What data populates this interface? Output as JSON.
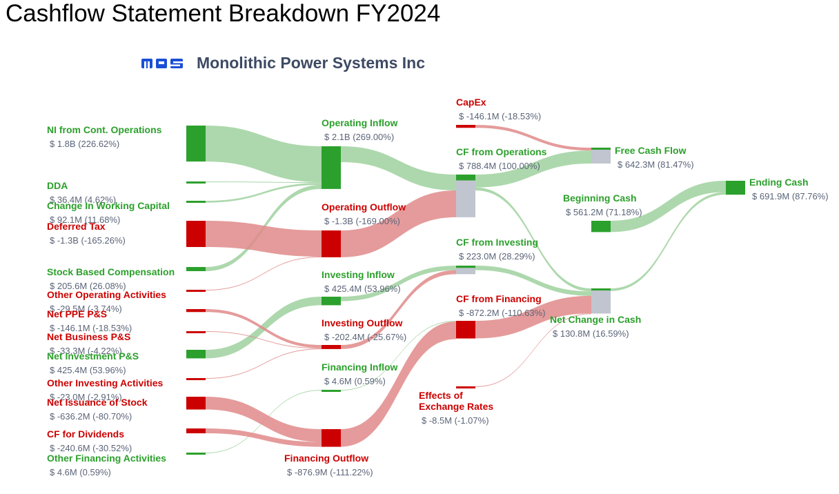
{
  "title": "Cashflow Statement Breakdown FY2024",
  "company": {
    "name": "Monolithic Power Systems Inc",
    "logo_text": "MPS",
    "logo_color": "#1a4fd6"
  },
  "colors": {
    "positive": "#2ca02c",
    "negative": "#cc0000",
    "neutral": "#c0c5cf",
    "positive_link": "#9fd19f",
    "negative_link": "#e08a8a",
    "value_text": "#5a6478"
  },
  "chart_data": {
    "type": "sankey",
    "title": "Cashflow Statement Breakdown FY2024",
    "nodes": [
      {
        "id": "ni",
        "name": "NI from Cont. Operations",
        "value_label": "$ 1.8B (226.62%)",
        "sign": "positive"
      },
      {
        "id": "dda",
        "name": "DDA",
        "value_label": "$ 36.4M (4.62%)",
        "sign": "positive"
      },
      {
        "id": "cwc",
        "name": "Change In Working Capital",
        "value_label": "$ 92.1M (11.68%)",
        "sign": "positive"
      },
      {
        "id": "dtax",
        "name": "Deferred Tax",
        "value_label": "$ -1.3B (-165.26%)",
        "sign": "negative"
      },
      {
        "id": "sbc",
        "name": "Stock Based Compensation",
        "value_label": "$ 205.6M (26.08%)",
        "sign": "positive"
      },
      {
        "id": "ooa",
        "name": "Other Operating Activities",
        "value_label": "$ -29.5M (-3.74%)",
        "sign": "negative"
      },
      {
        "id": "ppe",
        "name": "Net PPE P&S",
        "value_label": "$ -146.1M (-18.53%)",
        "sign": "negative"
      },
      {
        "id": "nbus",
        "name": "Net Business P&S",
        "value_label": "$ -33.3M (-4.22%)",
        "sign": "negative"
      },
      {
        "id": "ninv",
        "name": "Net Investment P&S",
        "value_label": "$ 425.4M (53.96%)",
        "sign": "positive"
      },
      {
        "id": "oia",
        "name": "Other Investing Activities",
        "value_label": "$ -23.0M (-2.91%)",
        "sign": "negative"
      },
      {
        "id": "nis",
        "name": "Net Issuance of Stock",
        "value_label": "$ -636.2M (-80.70%)",
        "sign": "negative"
      },
      {
        "id": "div",
        "name": "CF for Dividends",
        "value_label": "$ -240.6M (-30.52%)",
        "sign": "negative"
      },
      {
        "id": "ofa",
        "name": "Other Financing Activities",
        "value_label": "$ 4.6M (0.59%)",
        "sign": "positive"
      },
      {
        "id": "opin",
        "name": "Operating Inflow",
        "value_label": "$ 2.1B (269.00%)",
        "sign": "positive"
      },
      {
        "id": "opout",
        "name": "Operating Outflow",
        "value_label": "$ -1.3B (-169.00%)",
        "sign": "negative"
      },
      {
        "id": "invin",
        "name": "Investing Inflow",
        "value_label": "$ 425.4M (53.96%)",
        "sign": "positive"
      },
      {
        "id": "invout",
        "name": "Investing Outflow",
        "value_label": "$ -202.4M (-25.67%)",
        "sign": "negative"
      },
      {
        "id": "finin",
        "name": "Financing Inflow",
        "value_label": "$ 4.6M (0.59%)",
        "sign": "positive"
      },
      {
        "id": "finout",
        "name": "Financing Outflow",
        "value_label": "$ -876.9M (-111.22%)",
        "sign": "negative"
      },
      {
        "id": "capex",
        "name": "CapEx",
        "value_label": "$ -146.1M (-18.53%)",
        "sign": "negative"
      },
      {
        "id": "cfo",
        "name": "CF from Operations",
        "value_label": "$ 788.4M (100.00%)",
        "sign": "positive"
      },
      {
        "id": "cfi",
        "name": "CF from Investing",
        "value_label": "$ 223.0M (28.29%)",
        "sign": "positive"
      },
      {
        "id": "cff",
        "name": "CF from Financing",
        "value_label": "$ -872.2M (-110.63%)",
        "sign": "negative"
      },
      {
        "id": "fx",
        "name": "Effects of Exchange Rates",
        "value_label": "$ -8.5M (-1.07%)",
        "sign": "negative"
      },
      {
        "id": "fcf",
        "name": "Free Cash Flow",
        "value_label": "$ 642.3M (81.47%)",
        "sign": "positive"
      },
      {
        "id": "beg",
        "name": "Beginning Cash",
        "value_label": "$ 561.2M (71.18%)",
        "sign": "positive"
      },
      {
        "id": "nchg",
        "name": "Net Change in Cash",
        "value_label": "$ 130.8M (16.59%)",
        "sign": "positive"
      },
      {
        "id": "end",
        "name": "Ending Cash",
        "value_label": "$ 691.9M (87.76%)",
        "sign": "positive"
      }
    ],
    "links": [
      {
        "source": "ni",
        "target": "opin",
        "value": 226.62
      },
      {
        "source": "dda",
        "target": "opin",
        "value": 4.62
      },
      {
        "source": "cwc",
        "target": "opin",
        "value": 11.68
      },
      {
        "source": "sbc",
        "target": "opin",
        "value": 26.08
      },
      {
        "source": "dtax",
        "target": "opout",
        "value": 165.26
      },
      {
        "source": "ooa",
        "target": "opout",
        "value": 3.74
      },
      {
        "source": "ninv",
        "target": "invin",
        "value": 53.96
      },
      {
        "source": "ppe",
        "target": "invout",
        "value": 18.53
      },
      {
        "source": "nbus",
        "target": "invout",
        "value": 4.22
      },
      {
        "source": "oia",
        "target": "invout",
        "value": 2.91
      },
      {
        "source": "ofa",
        "target": "finin",
        "value": 0.59
      },
      {
        "source": "nis",
        "target": "finout",
        "value": 80.7
      },
      {
        "source": "div",
        "target": "finout",
        "value": 30.52
      },
      {
        "source": "opin",
        "target": "cfo",
        "value": 100.0
      },
      {
        "source": "opout",
        "target": "cfo",
        "value": 169.0
      },
      {
        "source": "invin",
        "target": "cfi",
        "value": 28.29
      },
      {
        "source": "invout",
        "target": "cfi",
        "value": 25.67
      },
      {
        "source": "finin",
        "target": "cff",
        "value": 0.59
      },
      {
        "source": "finout",
        "target": "cff",
        "value": 110.63
      },
      {
        "source": "capex",
        "target": "fcf",
        "value": 18.53
      },
      {
        "source": "cfo",
        "target": "fcf",
        "value": 81.47
      },
      {
        "source": "cfo",
        "target": "nchg",
        "value": 18.53
      },
      {
        "source": "cfi",
        "target": "nchg",
        "value": 28.29
      },
      {
        "source": "cff",
        "target": "nchg",
        "value": 110.63
      },
      {
        "source": "fx",
        "target": "nchg",
        "value": 1.07
      },
      {
        "source": "beg",
        "target": "end",
        "value": 71.18
      },
      {
        "source": "nchg",
        "target": "end",
        "value": 16.59
      }
    ]
  }
}
